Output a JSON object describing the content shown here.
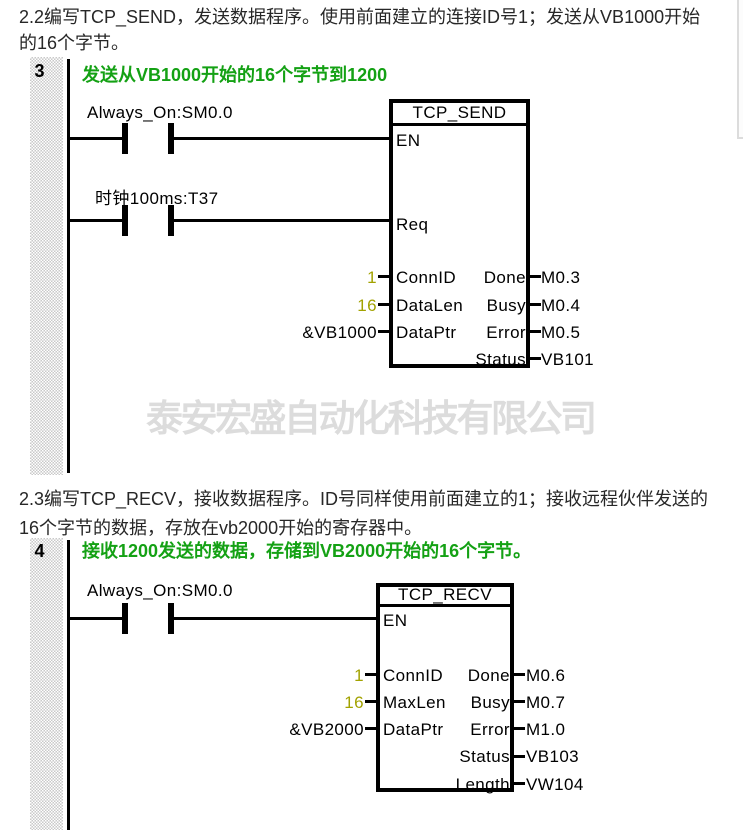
{
  "intro": {
    "line1": "2.2编写TCP_SEND，发送数据程序。使用前面建立的连接ID号1；发送从VB1000开始",
    "line2": "的16个字节。"
  },
  "section2": {
    "line1": "2.3编写TCP_RECV，接收数据程序。ID号同样使用前面建立的1；接收远程伙伴发送的",
    "line2": "16个字节的数据，存放在vb2000开始的寄存器中。"
  },
  "watermark": "泰安宏盛自动化科技有限公司",
  "colors": {
    "comment_green": "#14a114",
    "operand_olive": "#a2a200",
    "watermark_gray": "#dcdcdc"
  },
  "network3": {
    "number": "3",
    "comment": "发送从VB1000开始的16个字节到1200",
    "contact1_label": "Always_On:SM0.0",
    "contact2_label": "时钟100ms:T37",
    "block": {
      "title": "TCP_SEND",
      "pin_en": "EN",
      "pin_req": "Req",
      "inputs": [
        {
          "value": "1",
          "name": "ConnID"
        },
        {
          "value": "16",
          "name": "DataLen"
        },
        {
          "value": "&VB1000",
          "name": "DataPtr"
        }
      ],
      "outputs": [
        {
          "name": "Done",
          "value": "M0.3"
        },
        {
          "name": "Busy",
          "value": "M0.4"
        },
        {
          "name": "Error",
          "value": "M0.5"
        },
        {
          "name": "Status",
          "value": "VB101"
        }
      ]
    }
  },
  "network4": {
    "number": "4",
    "comment": "接收1200发送的数据，存储到VB2000开始的16个字节。",
    "contact1_label": "Always_On:SM0.0",
    "block": {
      "title": "TCP_RECV",
      "pin_en": "EN",
      "inputs": [
        {
          "value": "1",
          "name": "ConnID"
        },
        {
          "value": "16",
          "name": "MaxLen"
        },
        {
          "value": "&VB2000",
          "name": "DataPtr"
        }
      ],
      "outputs": [
        {
          "name": "Done",
          "value": "M0.6"
        },
        {
          "name": "Busy",
          "value": "M0.7"
        },
        {
          "name": "Error",
          "value": "M1.0"
        },
        {
          "name": "Status",
          "value": "VB103"
        },
        {
          "name": "Length",
          "value": "VW104"
        }
      ]
    }
  }
}
